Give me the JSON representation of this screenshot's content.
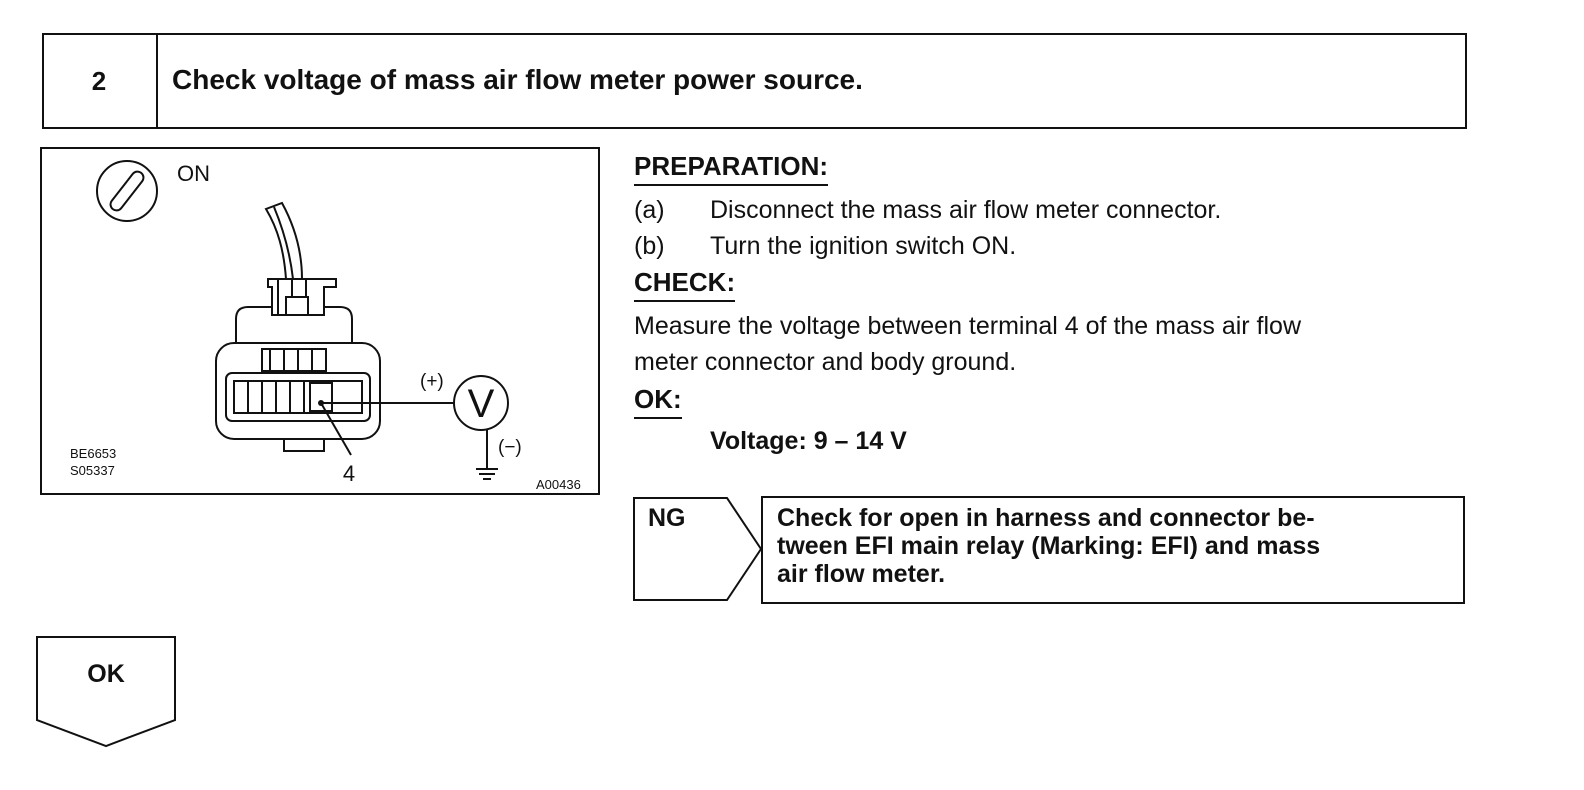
{
  "step": {
    "number": "2",
    "title": "Check voltage of mass air flow meter power source."
  },
  "figure": {
    "switch_label": "ON",
    "plus_label": "(+)",
    "minus_label": "(−)",
    "meter_symbol": "V",
    "terminal_label": "4",
    "code_1": "BE6653",
    "code_2": "S05337",
    "code_3": "A00436",
    "icons": [
      "ignition-switch-icon",
      "connector-icon",
      "voltmeter-icon",
      "ground-icon"
    ]
  },
  "preparation": {
    "heading": "PREPARATION:",
    "items": [
      {
        "label": "(a)",
        "text": "Disconnect the mass air flow meter connector."
      },
      {
        "label": "(b)",
        "text": "Turn the ignition switch ON."
      }
    ]
  },
  "check": {
    "heading": "CHECK:",
    "lines": [
      "Measure the voltage between terminal 4 of the mass air flow",
      "meter connector and body ground."
    ]
  },
  "ok": {
    "heading": "OK:",
    "spec": "Voltage: 9 – 14 V"
  },
  "ng": {
    "label": "NG",
    "result_lines": [
      "Check for open in harness and connector be-",
      "tween EFI main relay (Marking: EFI) and mass",
      "air flow meter."
    ]
  },
  "ok_tab": {
    "label": "OK"
  }
}
